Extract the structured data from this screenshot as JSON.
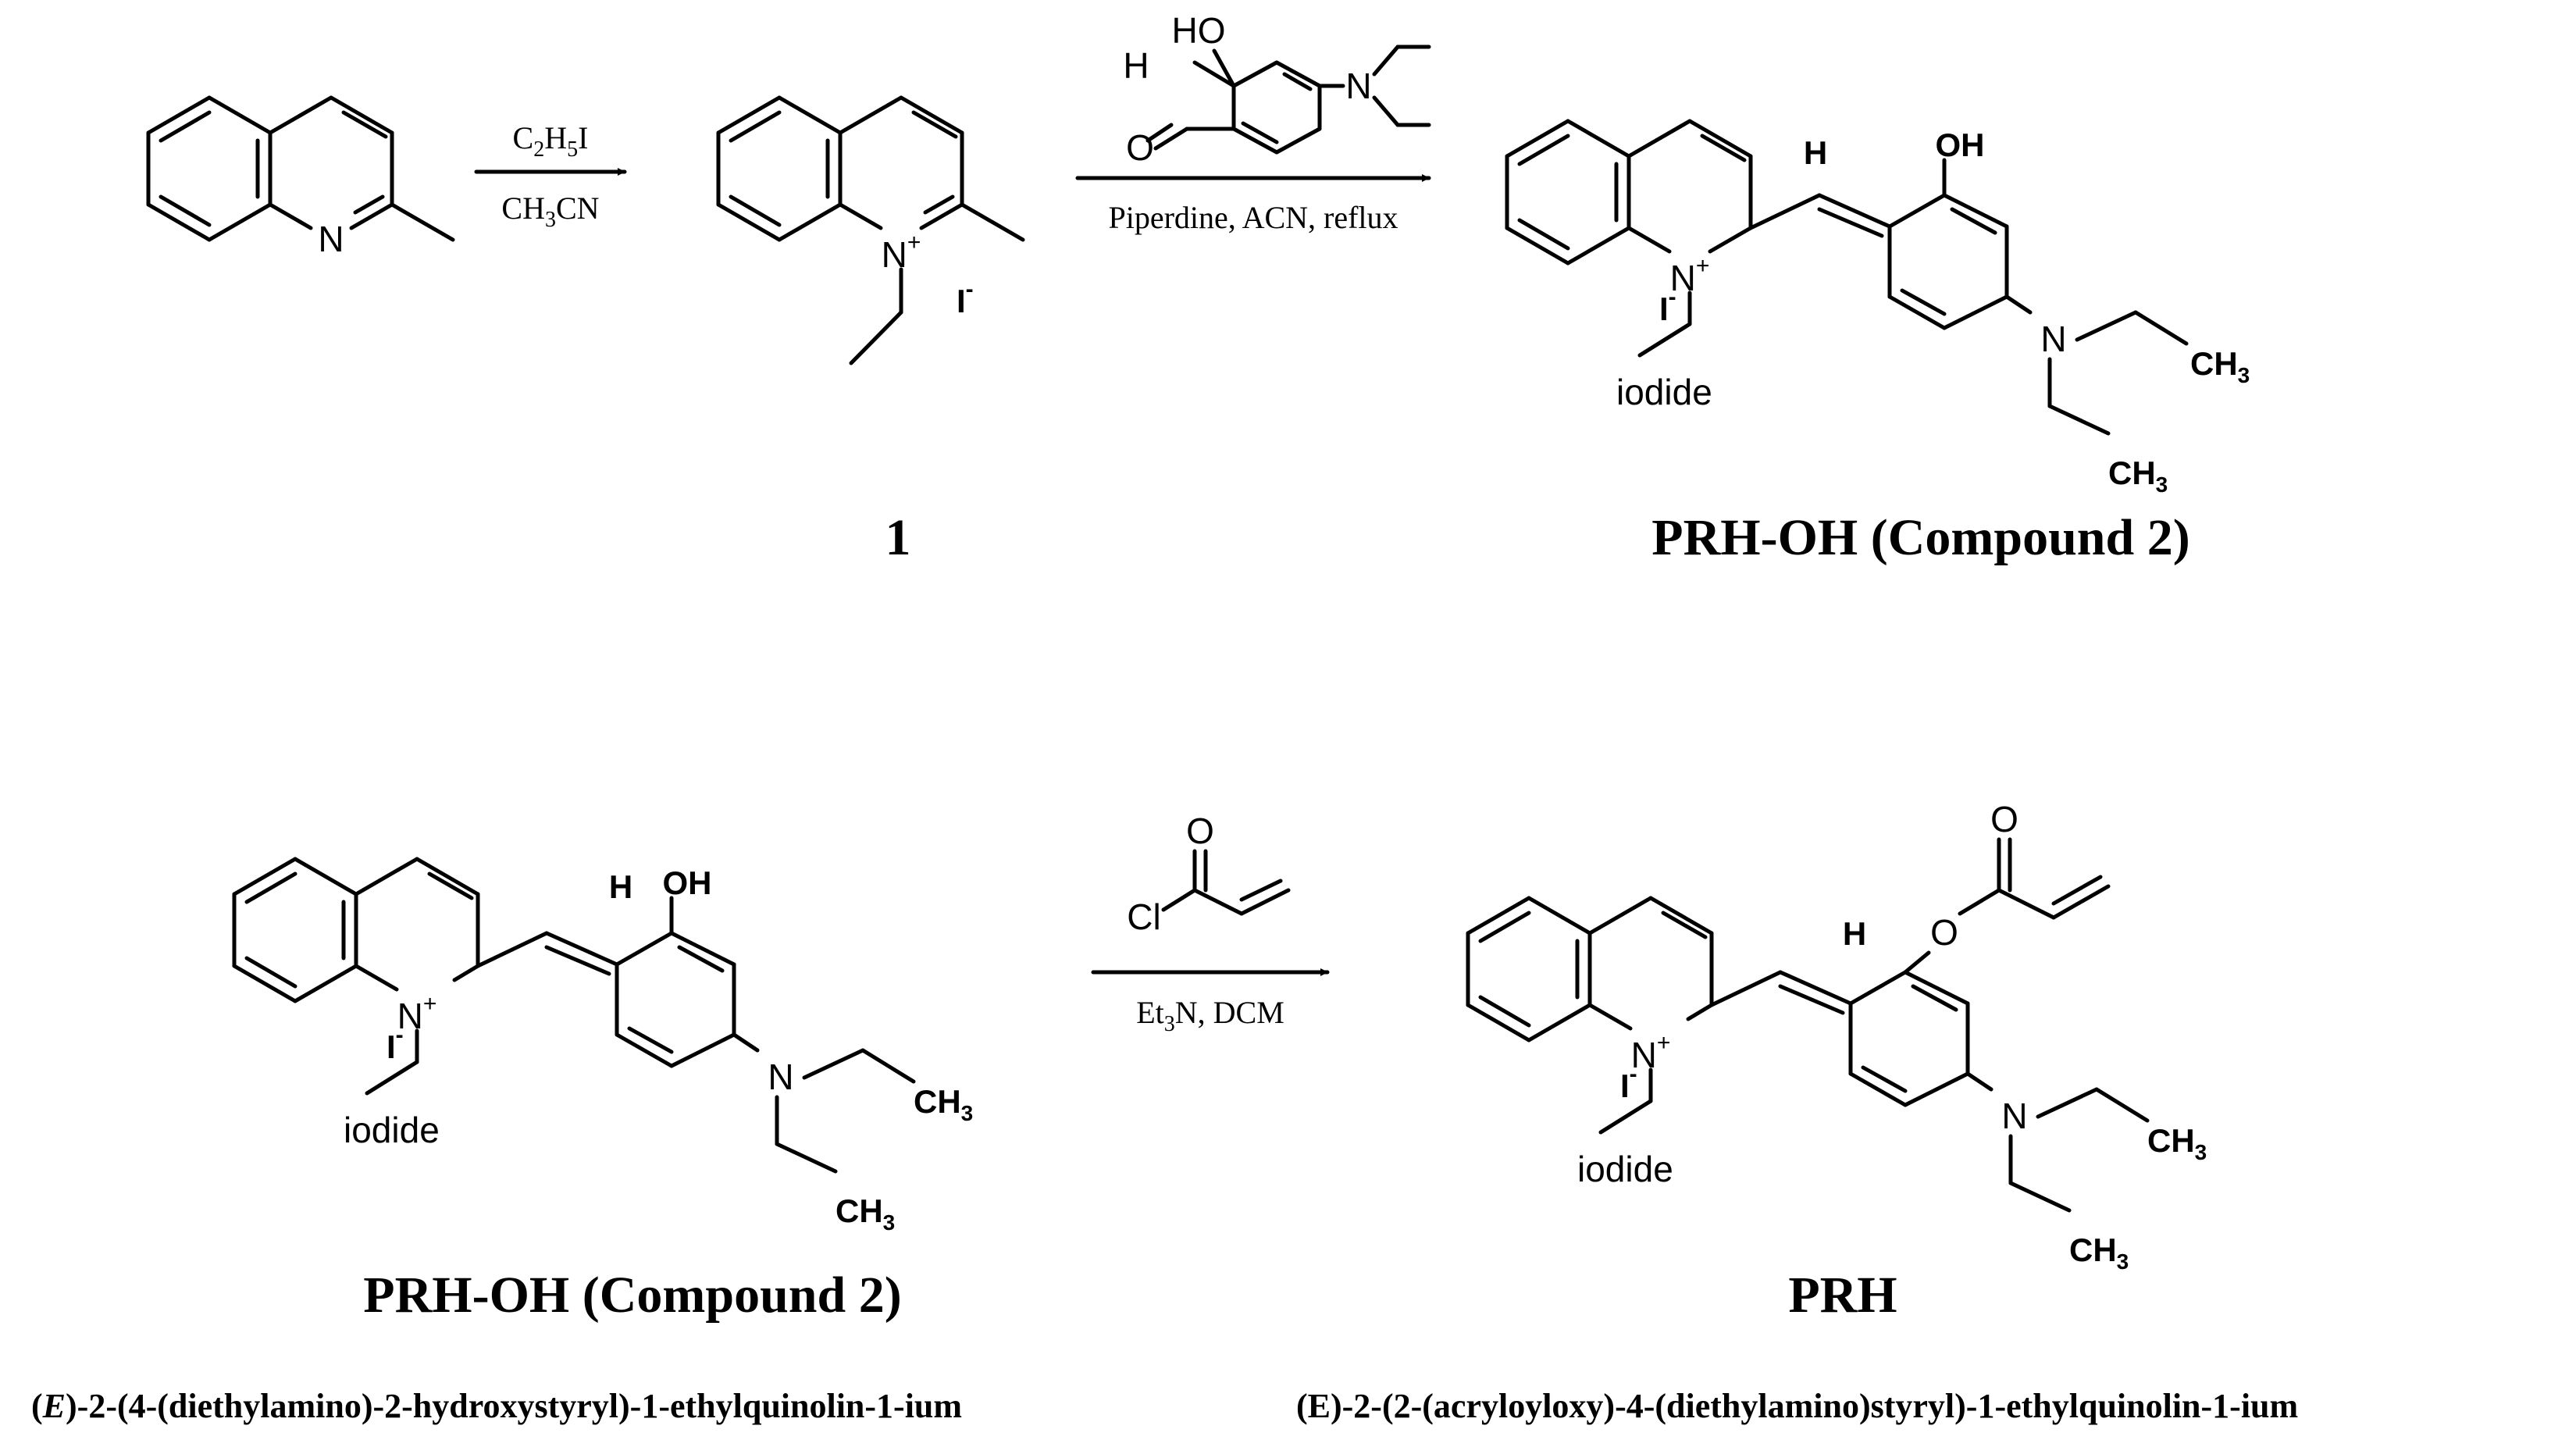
{
  "reaction1": {
    "reagent": "C2H5I",
    "solvent": "CH3CN",
    "aldehyde_atoms": {
      "h": "H",
      "oh": "HO",
      "o": "O",
      "n": "N"
    },
    "conditions": "Piperdine, ACN, reflux"
  },
  "reaction2": {
    "reagent_atoms": {
      "o": "O",
      "cl": "Cl"
    },
    "conditions": "Et3N, DCM"
  },
  "atoms": {
    "n": "N",
    "n_plus": "N",
    "plus": "+",
    "iodide_ion": "I",
    "minus": "-",
    "h": "H",
    "oh": "OH",
    "o": "O",
    "ch3": "CH",
    "three": "3",
    "iodide_text": "iodide"
  },
  "labels": {
    "compound1": "1",
    "prh_oh": "PRH-OH (Compound 2)",
    "prh": "PRH"
  },
  "iupac": {
    "prh_oh_prefix": "E",
    "prh_oh_name": ")-2-(4-(diethylamino)-2-hydroxystyryl)-1-ethylquinolin-1-ium",
    "prh_name": "(E)-2-(2-(acryloyloxy)-4-(diethylamino)styryl)-1-ethylquinolin-1-ium"
  }
}
